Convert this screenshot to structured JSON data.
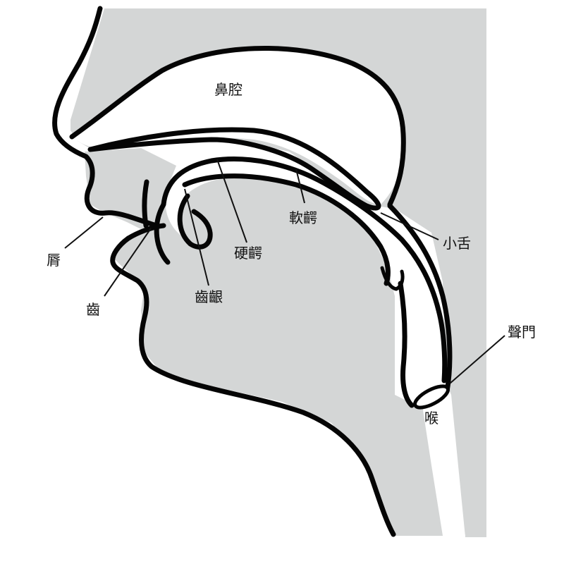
{
  "colors": {
    "tissue": "#d4d6d6",
    "cavity": "#ffffff",
    "outline": "#050505",
    "text": "#111111"
  },
  "labels": {
    "nasal_cavity": "鼻腔",
    "lips": "脣",
    "teeth": "齒",
    "alveolar_ridge": "齒齦",
    "hard_palate": "硬齶",
    "soft_palate": "軟齶",
    "uvula": "小舌",
    "glottis": "聲門",
    "larynx": "喉"
  }
}
